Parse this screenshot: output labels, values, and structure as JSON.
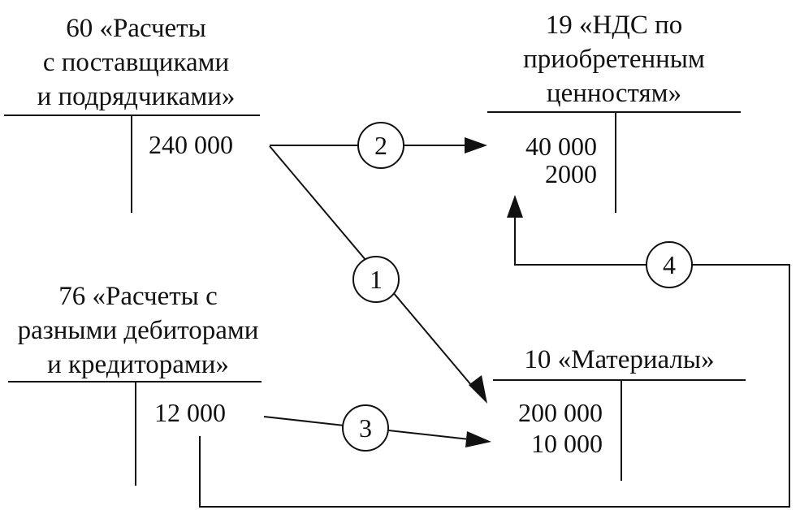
{
  "accounts": {
    "a60": {
      "title_lines": [
        "60 «Расчеты",
        "с поставщиками",
        "и подрядчиками»"
      ],
      "debit": [
        "240 000"
      ]
    },
    "a19": {
      "title_lines": [
        "19 «НДС по",
        "приобретенным",
        "ценностям»"
      ],
      "debit": [
        "40 000",
        "2000"
      ]
    },
    "a76": {
      "title_lines": [
        "76 «Расчеты с",
        "разными дебиторами",
        "и кредиторами»"
      ],
      "debit": [
        "12 000"
      ]
    },
    "a10": {
      "title_lines": [
        "10 «Материалы»"
      ],
      "debit": [
        "200 000",
        "10 000"
      ]
    }
  },
  "flows": [
    "1",
    "2",
    "3",
    "4"
  ]
}
